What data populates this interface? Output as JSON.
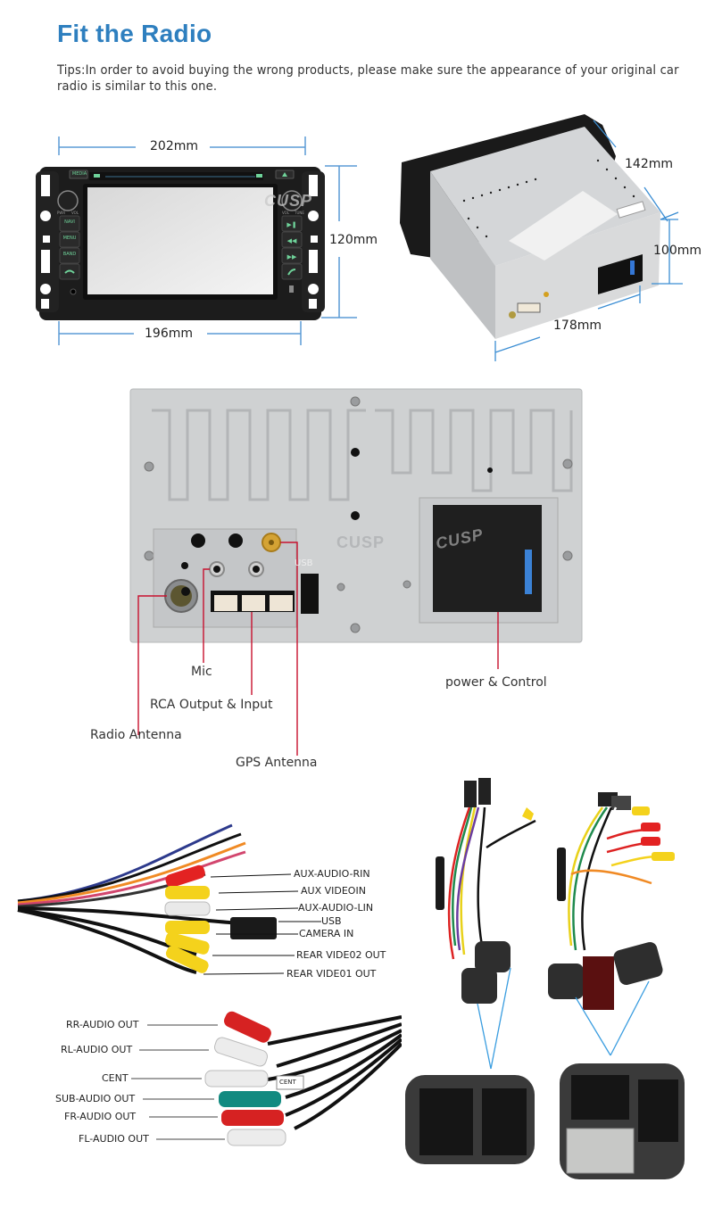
{
  "header": {
    "title": "Fit the Radio",
    "tips": "Tips:In order to avoid buying the wrong products, please make sure the appearance of your original car radio is similar to this one."
  },
  "front_view": {
    "width_top": "202mm",
    "width_bottom": "196mm",
    "height": "120mm",
    "watermark": "CUSP",
    "buttons_left": [
      "MEDIA",
      "NAVI",
      "MENU",
      "BAND"
    ],
    "knob_left_labels": [
      "PWR",
      "VOL"
    ],
    "knob_right_labels": [
      "VOL",
      "TUNE"
    ]
  },
  "side_view": {
    "depth": "142mm",
    "height": "100mm",
    "width": "178mm"
  },
  "rear_panel": {
    "watermark": "CUSP",
    "usb_label": "USB",
    "callouts": [
      {
        "id": "mic",
        "label": "Mic"
      },
      {
        "id": "rca",
        "label": "RCA Output & Input"
      },
      {
        "id": "radio-antenna",
        "label": "Radio Antenna"
      },
      {
        "id": "gps-antenna",
        "label": "GPS Antenna"
      },
      {
        "id": "power-control",
        "label": "power & Control"
      }
    ]
  },
  "rca_harness": {
    "labels": [
      "AUX-AUDIO-RIN",
      "AUX VIDEOIN",
      "AUX-AUDIO-LIN",
      "USB",
      "CAMERA IN",
      "REAR VIDE02 OUT",
      "REAR VIDE01 OUT"
    ]
  },
  "audio_harness": {
    "labels": [
      "RR-AUDIO OUT",
      "RL-AUDIO OUT",
      "CENT",
      "SUB-AUDIO OUT",
      "FR-AUDIO OUT",
      "FL-AUDIO OUT"
    ],
    "tag": "CENT"
  },
  "colors": {
    "title_blue": "#2e7fbf",
    "dimension_line": "#5b9bd5",
    "callout_red": "#c8102e",
    "connector_line": "#3a9de0"
  }
}
